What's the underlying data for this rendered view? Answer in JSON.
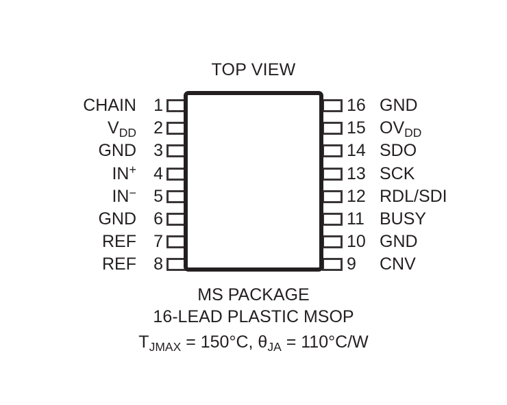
{
  "diagram": {
    "title": "TOP VIEW",
    "package_outline": {
      "shape": "rounded-rectangle",
      "stroke_color": "#231f20"
    },
    "left_pins": [
      {
        "number": "1",
        "label": "CHAIN",
        "label_html": "CHAIN"
      },
      {
        "number": "2",
        "label": "VDD",
        "label_html": "V<sub>DD</sub>"
      },
      {
        "number": "3",
        "label": "GND",
        "label_html": "GND"
      },
      {
        "number": "4",
        "label": "IN+",
        "label_html": "IN<sup>+</sup>"
      },
      {
        "number": "5",
        "label": "IN−",
        "label_html": "IN<sup>−</sup>"
      },
      {
        "number": "6",
        "label": "GND",
        "label_html": "GND"
      },
      {
        "number": "7",
        "label": "REF",
        "label_html": "REF"
      },
      {
        "number": "8",
        "label": "REF",
        "label_html": "REF"
      }
    ],
    "right_pins": [
      {
        "number": "16",
        "label": "GND",
        "label_html": "GND"
      },
      {
        "number": "15",
        "label": "OVDD",
        "label_html": "OV<sub>DD</sub>"
      },
      {
        "number": "14",
        "label": "SDO",
        "label_html": "SDO"
      },
      {
        "number": "13",
        "label": "SCK",
        "label_html": "SCK"
      },
      {
        "number": "12",
        "label": "RDL/SDI",
        "label_html": "RDL/SDI"
      },
      {
        "number": "11",
        "label": "BUSY",
        "label_html": "BUSY"
      },
      {
        "number": "10",
        "label": "GND",
        "label_html": "GND"
      },
      {
        "number": "9",
        "label": "CNV",
        "label_html": "CNV"
      }
    ],
    "caption": {
      "line1": "MS PACKAGE",
      "line2": "16-LEAD PLASTIC MSOP",
      "line3_html": "T<sub>JMAX</sub> = 150°C, θ<sub>JA</sub> = 110°C/W",
      "line3_text": "TJMAX = 150°C, θJA = 110°C/W"
    }
  },
  "colors": {
    "ink": "#231f20",
    "lead_stroke": "#3a3538",
    "background": "#ffffff"
  }
}
